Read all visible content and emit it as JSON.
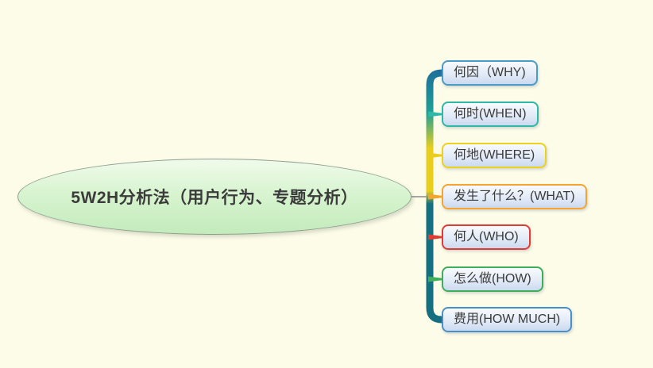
{
  "title": {
    "label": "5W2H分析法（用户行为、专题分析）",
    "text_color": "#3B3B3B"
  },
  "canvas": {
    "background": "#FCFCE8",
    "ellipse_fill_top": "#F0FBEB",
    "ellipse_fill_bottom": "#C3EBBC",
    "ellipse_border": "#8E9E8E"
  },
  "nodes": [
    {
      "id": "why",
      "label": "何因（WHY)",
      "border_color": "#4A9CC8"
    },
    {
      "id": "when",
      "label": "何时(WHEN)",
      "border_color": "#2FB8A8"
    },
    {
      "id": "where",
      "label": "何地(WHERE)",
      "border_color": "#EDD11F"
    },
    {
      "id": "what",
      "label": "发生了什么？(WHAT)",
      "border_color": "#F5A52F"
    },
    {
      "id": "who",
      "label": "何人(WHO)",
      "border_color": "#E23B34"
    },
    {
      "id": "how",
      "label": "怎么做(HOW)",
      "border_color": "#3FAE5A"
    },
    {
      "id": "how_much",
      "label": "费用(HOW MUCH)",
      "border_color": "#4A90C8"
    }
  ],
  "connectors": {
    "trunk_top": "#1D6E9B",
    "trunk_teal": "#1FA096",
    "trunk_yellow": "#E9CE1E",
    "trunk_bottom": "#156F80",
    "branch_when": "#2FB8A8",
    "branch_where": "#E9CE1E",
    "branch_what": "#F5A52F",
    "branch_who": "#E23B34",
    "branch_how": "#3FAE5A",
    "central_link": "#8A8A8A"
  }
}
